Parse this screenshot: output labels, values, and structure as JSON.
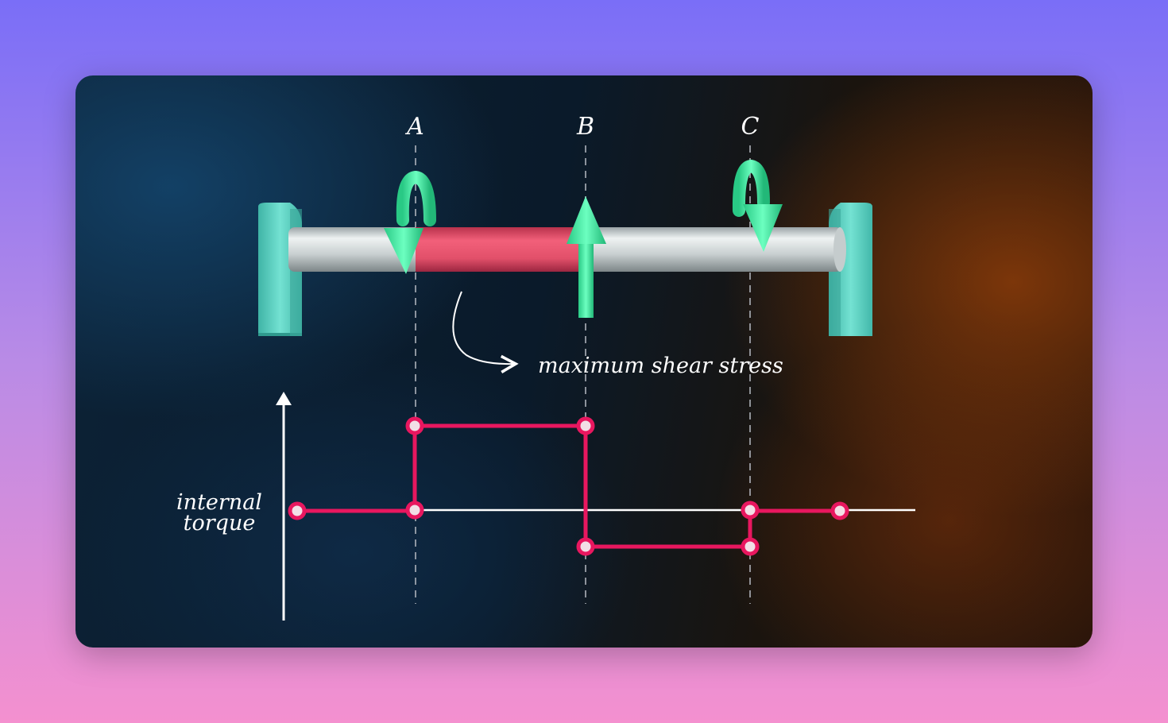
{
  "sections": [
    "A",
    "B",
    "C"
  ],
  "annotation": "maximum shear stress",
  "axis_label_line1": "internal",
  "axis_label_line2": "torque",
  "colors": {
    "shaft": "#d6dcdc",
    "shaft_stressed": "#e2506a",
    "supports": "#5fd6c6",
    "torque_arrows": "#3ef0a0",
    "diagram_line": "#e8175f",
    "axis": "#ffffff"
  },
  "diagram_data": {
    "type": "step",
    "y_levels": {
      "baseline": 0,
      "high": 1,
      "low": -0.42
    },
    "segments": [
      {
        "from": "left-support",
        "to": "A",
        "value": 0
      },
      {
        "from": "A",
        "to": "B",
        "value": 1
      },
      {
        "from": "B",
        "to": "C",
        "value": -0.42
      },
      {
        "from": "C",
        "to": "right-support",
        "value": 0
      }
    ]
  }
}
